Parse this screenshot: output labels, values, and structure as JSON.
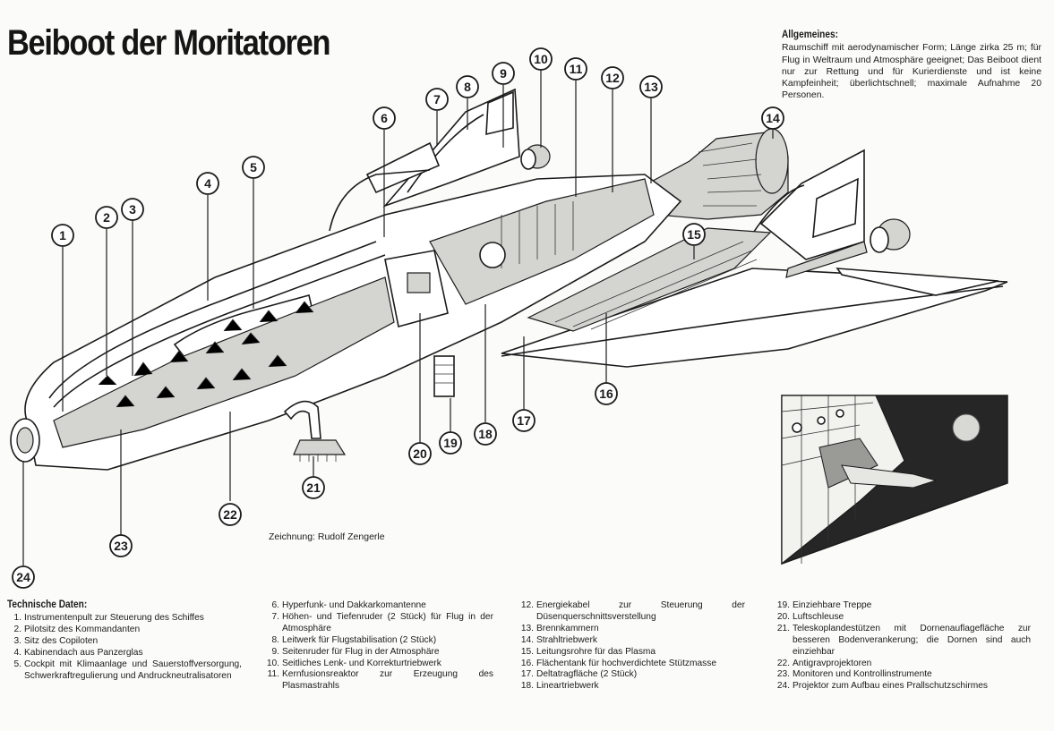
{
  "title": "Beiboot der Moritatoren",
  "general": {
    "heading": "Allgemeines:",
    "text": "Raumschiff mit aerodynamischer Form; Länge zirka 25 m; für Flug in Weltraum und Atmosphäre geeignet; Das Beiboot dient nur zur Rettung und für Kurierdienste und ist keine Kampfeinheit; überlichtschnell; maximale Aufnahme 20 Personen."
  },
  "caption": "Zeichnung: Rudolf Zengerle",
  "technical": {
    "heading": "Technische Daten:",
    "columns": [
      [
        {
          "n": "1.",
          "t": "Instrumentenpult zur Steuerung des Schiffes"
        },
        {
          "n": "2.",
          "t": "Pilotsitz des Kommandanten"
        },
        {
          "n": "3.",
          "t": "Sitz des Copiloten"
        },
        {
          "n": "4.",
          "t": "Kabinendach aus Panzerglas"
        },
        {
          "n": "5.",
          "t": "Cockpit mit Klimaanlage und Sauerstoffversorgung, Schwerkraftregulierung und Andruckneutralisatoren"
        }
      ],
      [
        {
          "n": "6.",
          "t": "Hyperfunk- und Dakkarkomantenne"
        },
        {
          "n": "7.",
          "t": "Höhen- und Tiefenruder (2 Stück) für Flug in der Atmosphäre"
        },
        {
          "n": "8.",
          "t": "Leitwerk für Flugstabilisation (2 Stück)"
        },
        {
          "n": "9.",
          "t": "Seitenruder für Flug in der Atmosphäre"
        },
        {
          "n": "10.",
          "t": "Seitliches Lenk- und Korrekturtriebwerk"
        },
        {
          "n": "11.",
          "t": "Kernfusionsreaktor zur Erzeugung des Plasmastrahls"
        }
      ],
      [
        {
          "n": "12.",
          "t": "Energiekabel zur Steuerung der Düsenquerschnittsverstellung"
        },
        {
          "n": "13.",
          "t": "Brennkammern"
        },
        {
          "n": "14.",
          "t": "Strahltriebwerk"
        },
        {
          "n": "15.",
          "t": "Leitungsrohre für das Plasma"
        },
        {
          "n": "16.",
          "t": "Flächentank für hochverdichtete Stützmasse"
        },
        {
          "n": "17.",
          "t": "Deltatragfläche (2 Stück)"
        },
        {
          "n": "18.",
          "t": "Lineartriebwerk"
        }
      ],
      [
        {
          "n": "19.",
          "t": "Einziehbare Treppe"
        },
        {
          "n": "20.",
          "t": "Luftschleuse"
        },
        {
          "n": "21.",
          "t": "Teleskoplandestützen mit Dornenauflagefläche zur besseren Bodenverankerung; die Dornen sind auch einziehbar"
        },
        {
          "n": "22.",
          "t": "Antigravprojektoren"
        },
        {
          "n": "23.",
          "t": "Monitoren und Kontrollinstrumente"
        },
        {
          "n": "24.",
          "t": "Projektor zum Aufbau eines Prallschutzschirmes"
        }
      ]
    ]
  },
  "callouts": [
    "1",
    "2",
    "3",
    "4",
    "5",
    "6",
    "7",
    "8",
    "9",
    "10",
    "11",
    "12",
    "13",
    "14",
    "15",
    "16",
    "17",
    "18",
    "19",
    "20",
    "21",
    "22",
    "23",
    "24"
  ]
}
